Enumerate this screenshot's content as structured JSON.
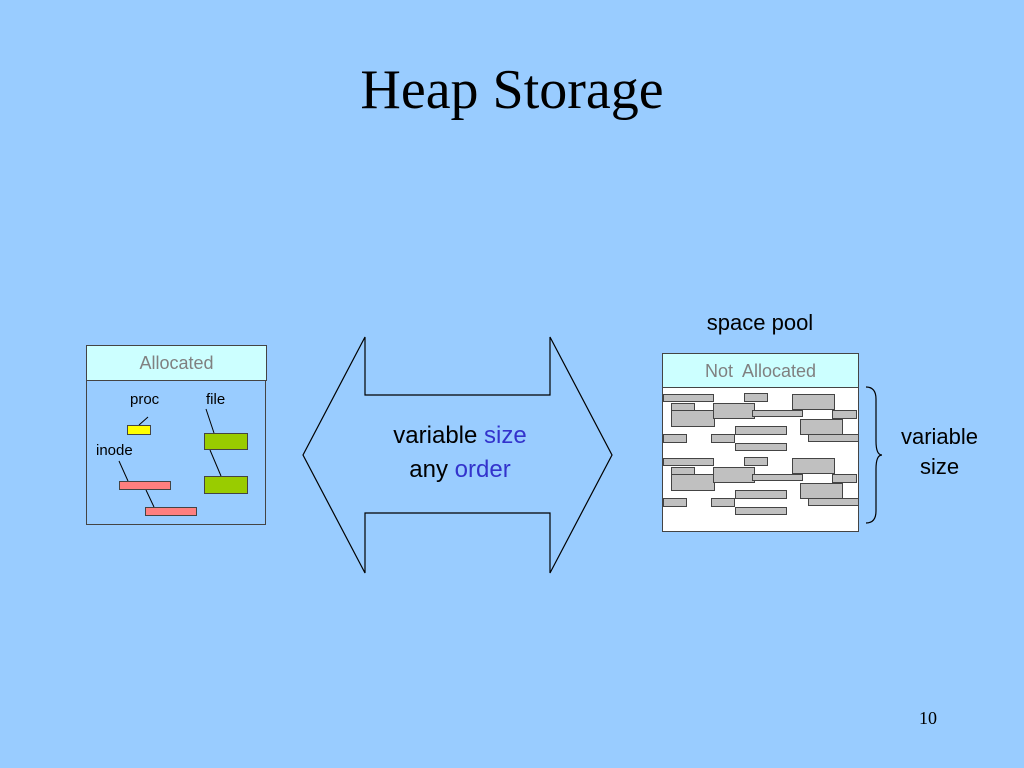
{
  "slide": {
    "title": "Heap Storage",
    "page_number": "10"
  },
  "allocated": {
    "header": "Allocated",
    "labels": {
      "proc": "proc",
      "file": "file",
      "inode": "inode"
    }
  },
  "arrow": {
    "line1_prefix": "variable ",
    "line1_accent": "size",
    "line2_prefix": "any ",
    "line2_accent": "order"
  },
  "space_pool": {
    "title": "space pool",
    "header": "Not  Allocated",
    "brace_label_line1": "variable",
    "brace_label_line2": "size"
  },
  "colors": {
    "background": "#99ccff",
    "header_fill": "#ccffff",
    "accent_text": "#3333cc",
    "proc_block": "#ffff00",
    "file_block": "#99cc00",
    "inode_block": "#ff7f7f",
    "pool_block": "#c0c0c0"
  }
}
